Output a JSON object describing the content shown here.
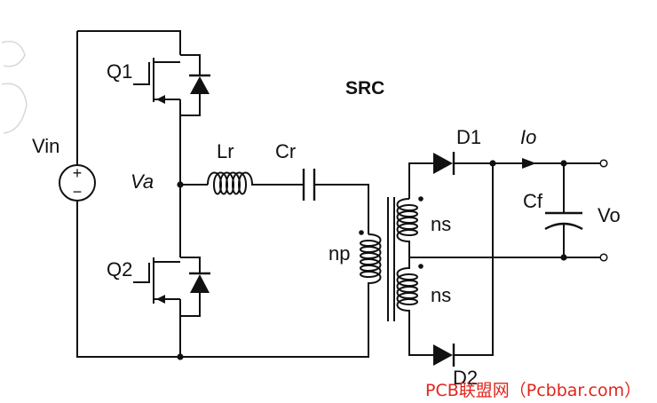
{
  "diagram": {
    "title": "SRC",
    "labels": {
      "vin": "Vin",
      "va": "Va",
      "q1": "Q1",
      "q2": "Q2",
      "lr": "Lr",
      "cr": "Cr",
      "np": "np",
      "ns_top": "ns",
      "ns_bottom": "ns",
      "d1": "D1",
      "d2": "D2",
      "io": "Io",
      "cf": "Cf",
      "vo": "Vo"
    },
    "source_polarity": {
      "plus": "+",
      "minus": "−"
    }
  },
  "watermark": {
    "text": "PCB联盟网（Pcbbar.com）",
    "color": "#e0251b"
  }
}
